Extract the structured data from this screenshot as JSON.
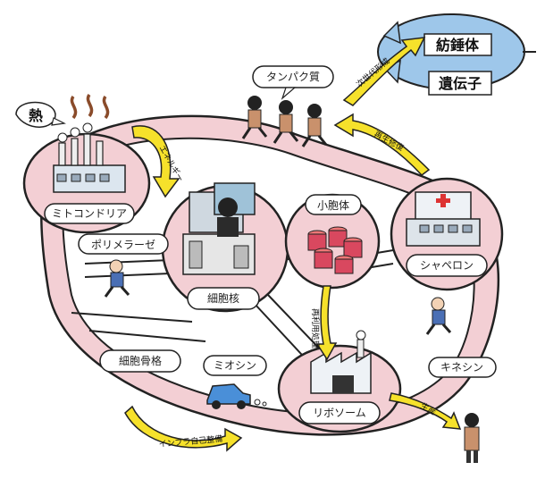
{
  "colors": {
    "membrane": "#f3cfd4",
    "outline": "#222222",
    "arrow": "#f6e12b",
    "blimp": "#9ec7ea",
    "suit": "#c9916c",
    "blue_suit": "#4a6fb5",
    "barrel": "#d9485f"
  },
  "labels": {
    "heat": "熱",
    "protein": "タンパク質",
    "next_gen": "次世代形成",
    "spindle": "紡錘体",
    "gene": "遺伝子",
    "energy": "エネルギー",
    "mitochondria": "ミトコンドリア",
    "nucleus": "細胞核",
    "vesicle": "小胞体",
    "chaperone": "シャペロン",
    "repair": "再生修復",
    "polymerase": "ポリメラーゼ",
    "recycle": "再利用処理",
    "cytoskeleton": "細胞骨格",
    "myosin": "ミオシン",
    "kinesin": "キネシン",
    "ribosome": "リボソーム",
    "infra": "インフラ自己整備",
    "production": "生産"
  },
  "icons": [
    "heat-wave-icon",
    "factory-icon",
    "hospital-icon",
    "barrel-icon",
    "blimp-icon",
    "car-icon",
    "computer-icon",
    "worker-figure-icon"
  ]
}
